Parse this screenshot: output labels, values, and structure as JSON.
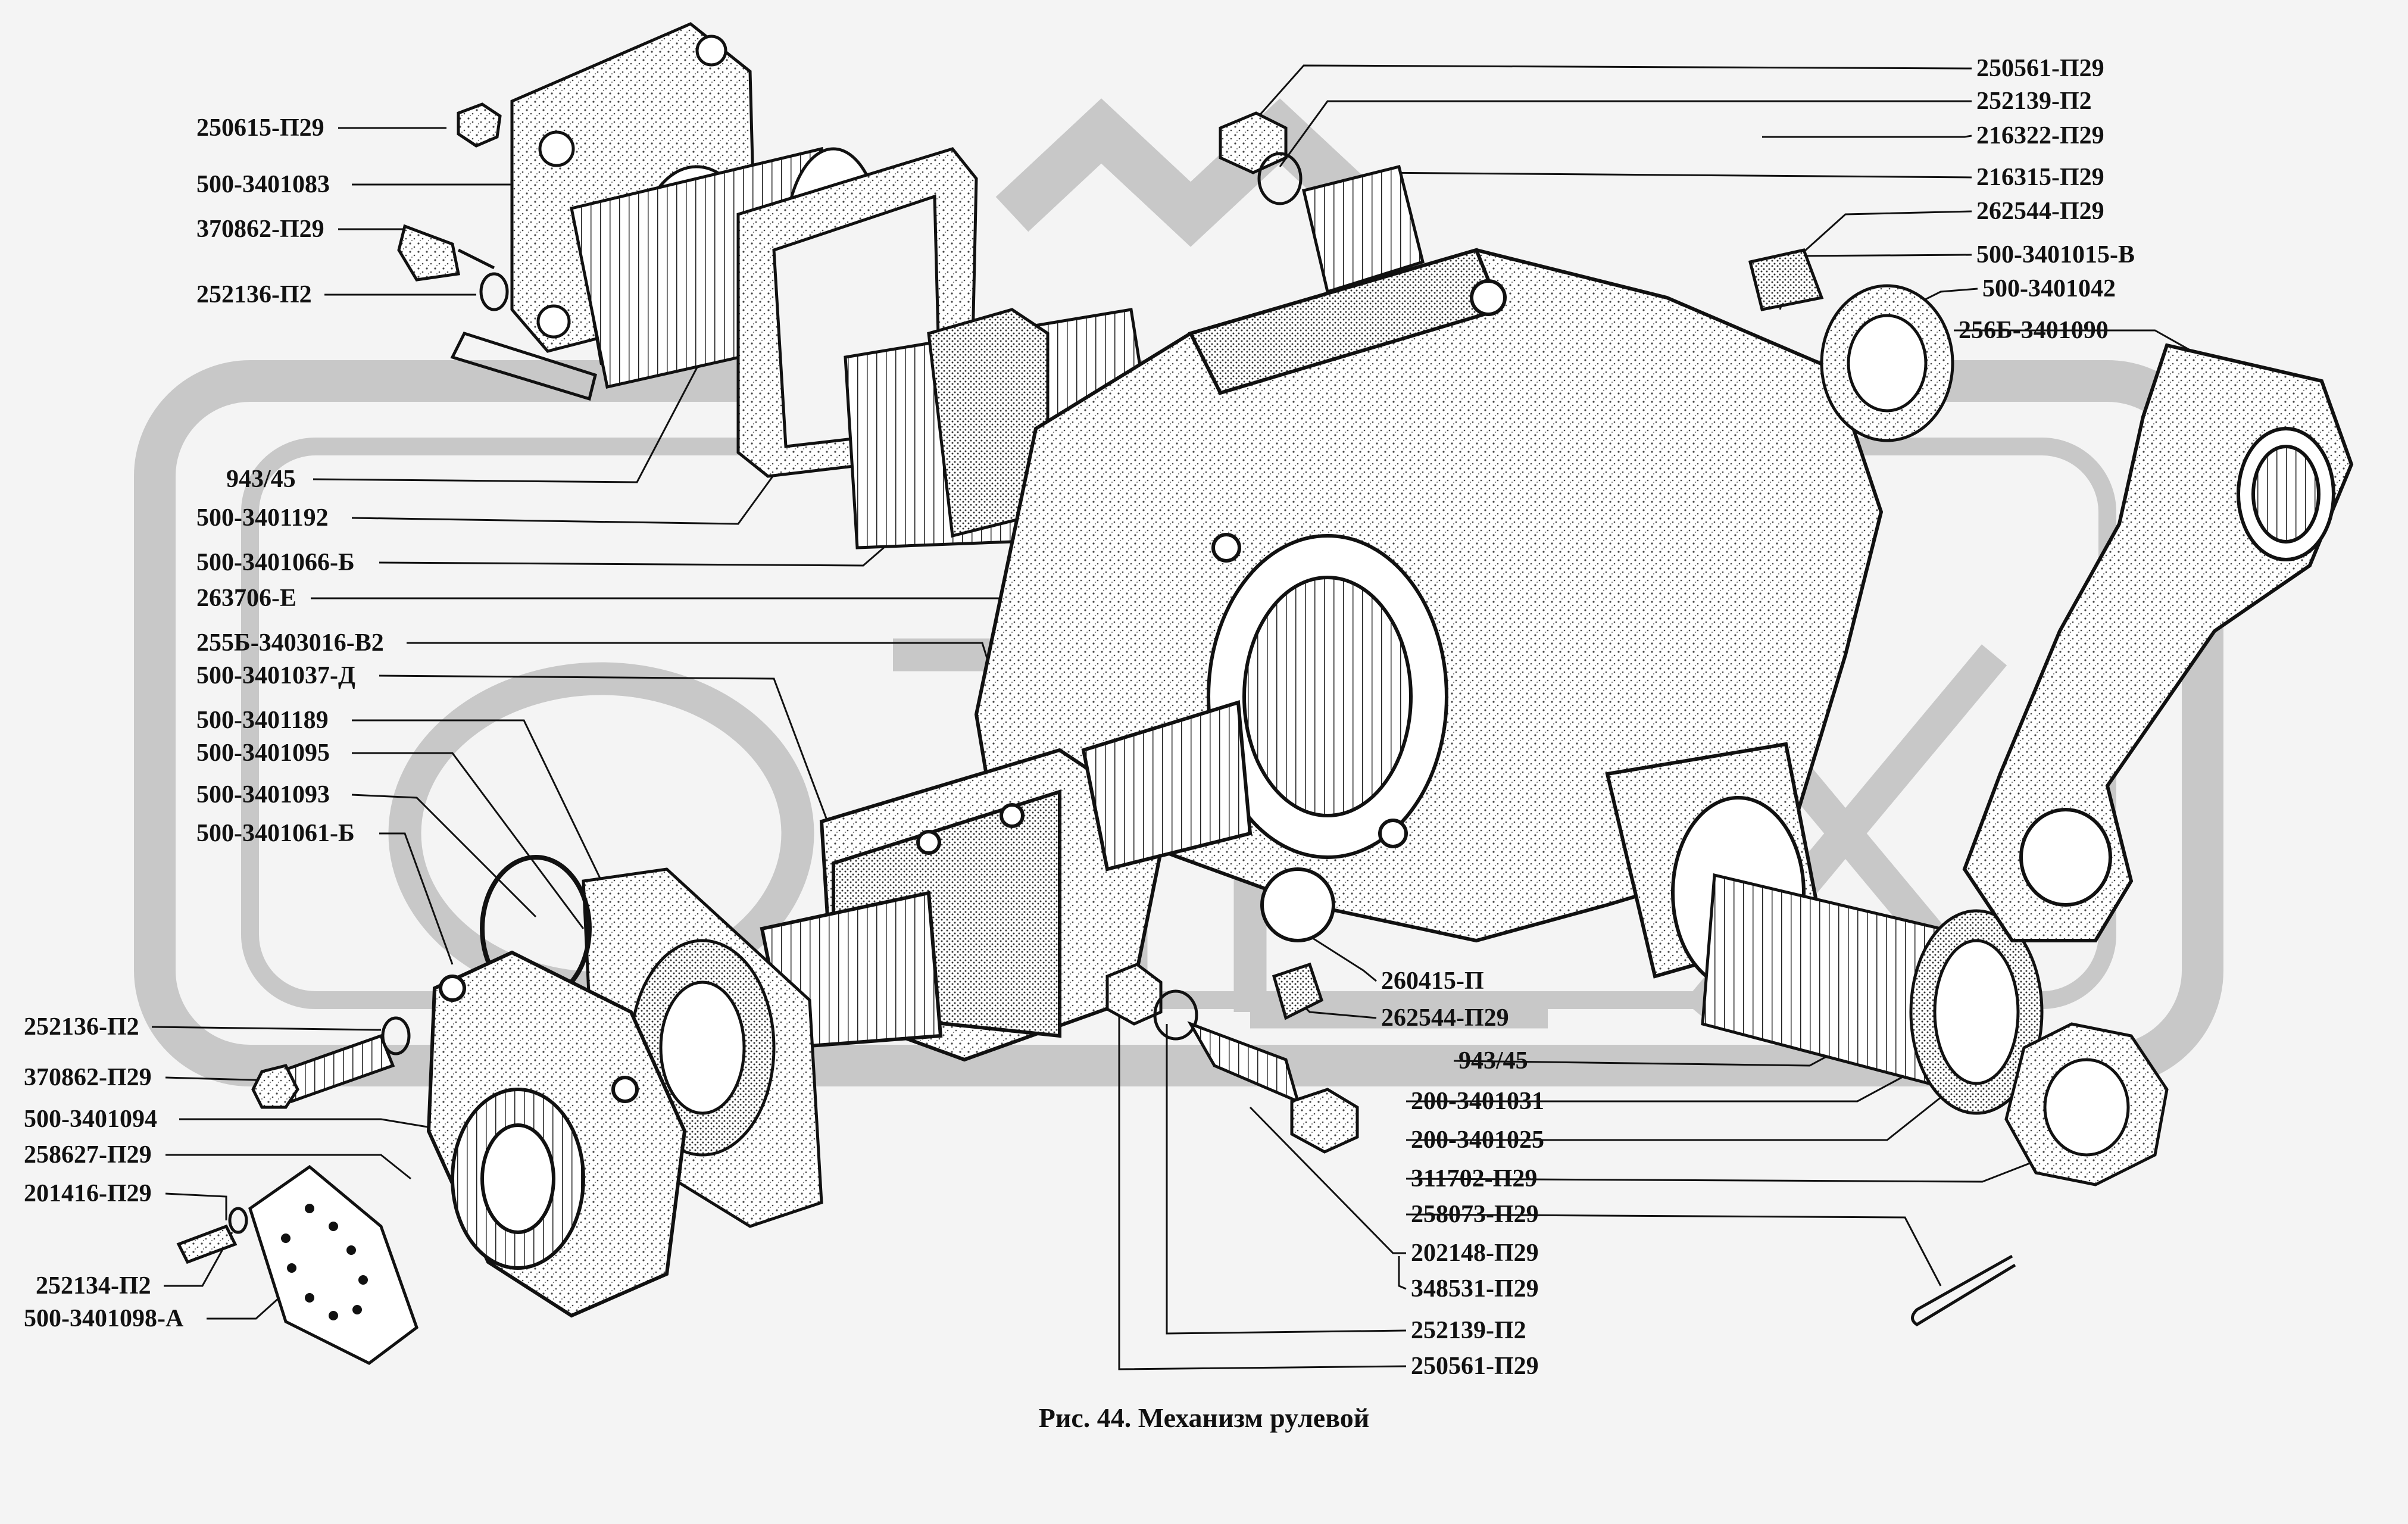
{
  "figure": {
    "caption": "Рис. 44. Механизм рулевой",
    "watermark": "ОРЕХ",
    "colors": {
      "background": "#f4f4f4",
      "watermark": "#c8c8c8",
      "ink": "#111111",
      "part_fill": "#ffffff",
      "stipple": "#444444"
    }
  },
  "labels": {
    "left": [
      "250615-П29",
      "500-3401083",
      "370862-П29",
      "252136-П2",
      "943/45",
      "500-3401192",
      "500-3401066-Б",
      "263706-Е",
      "255Б-3403016-В2",
      "500-3401037-Д",
      "500-3401189",
      "500-3401095",
      "500-3401093",
      "500-3401061-Б",
      "252136-П2",
      "370862-П29",
      "500-3401094",
      "258627-П29",
      "201416-П29",
      "252134-П2",
      "500-3401098-А"
    ],
    "right": [
      "250561-П29",
      "252139-П2",
      "216322-П29",
      "216315-П29",
      "262544-П29",
      "500-3401015-В",
      "500-3401042",
      "256Б-3401090"
    ],
    "bottom": [
      "260415-П",
      "262544-П29",
      "943/45",
      "200-3401031",
      "200-3401025",
      "311702-П29",
      "258073-П29",
      "202148-П29",
      "348531-П29",
      "252139-П2",
      "250561-П29"
    ]
  }
}
